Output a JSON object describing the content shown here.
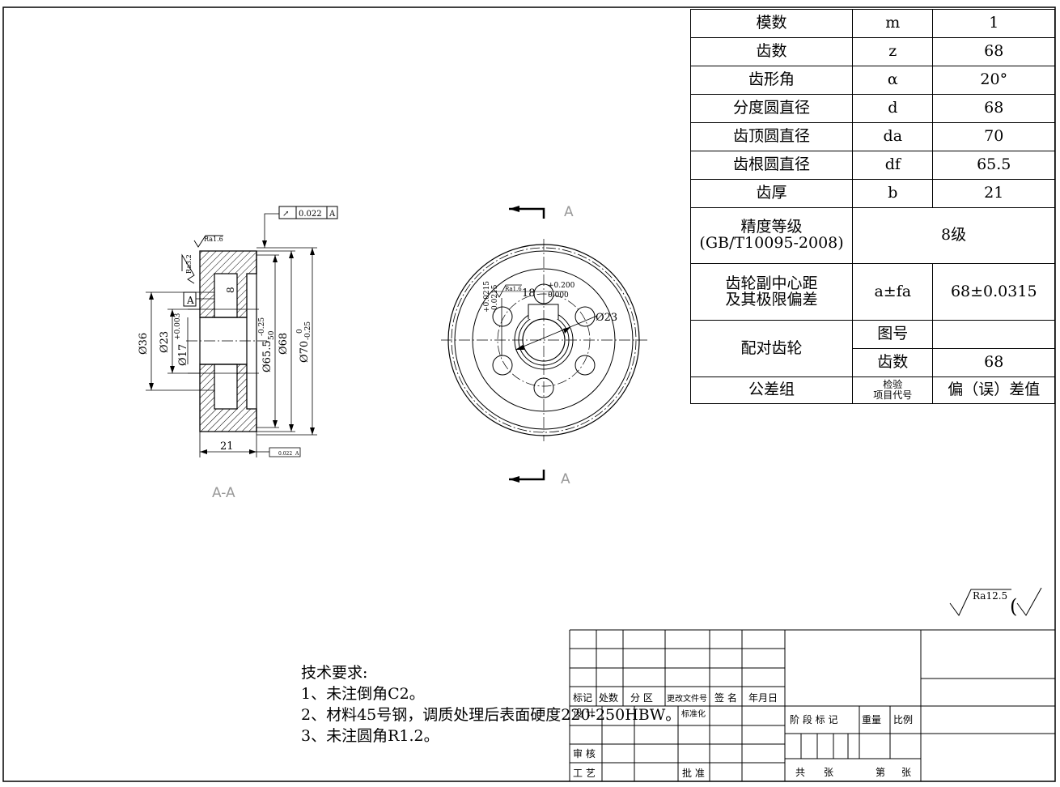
{
  "gear_table": {
    "rows": [
      {
        "name": "模数",
        "symbol": "m",
        "value": "1"
      },
      {
        "name": "齿数",
        "symbol": "z",
        "value": "68"
      },
      {
        "name": "齿形角",
        "symbol": "α",
        "value": "20°"
      },
      {
        "name": "分度圆直径",
        "symbol": "d",
        "value": "68"
      },
      {
        "name": "齿顶圆直径",
        "symbol": "da",
        "value": "70"
      },
      {
        "name": "齿根圆直径",
        "symbol": "df",
        "value": "65.5"
      },
      {
        "name": "齿厚",
        "symbol": "b",
        "value": "21"
      }
    ],
    "precision_label_1": "精度等级",
    "precision_label_2": "(GB/T10095-2008)",
    "precision_value": "8级",
    "center_label_1": "齿轮副中心距",
    "center_label_2": "及其极限偏差",
    "center_symbol": "a±fa",
    "center_value": "68±0.0315",
    "mating_label": "配对齿轮",
    "mating_drawing_no_label": "图号",
    "mating_drawing_no_value": "",
    "mating_teeth_label": "齿数",
    "mating_teeth_value": "68",
    "tolerance_group_label": "公差组",
    "inspection_label_1": "检验",
    "inspection_label_2": "项目代号",
    "deviation_label": "偏（误）差值"
  },
  "section_view": {
    "label": "A-A",
    "runout_tolerance": "0.022",
    "runout_datum": "A",
    "datum_label": "A",
    "roughness_1": "Ra1.6",
    "roughness_2": "Ra3.2",
    "width_dim": "21",
    "bottom_tolerance": "0.022",
    "bottom_datum": "A",
    "dia_36": "Ø36",
    "dia_23": "Ø23",
    "dia_17": "Ø17",
    "dia_17_tol": "+0.003",
    "dia_655": "Ø65.5",
    "dia_655_tol": "-0.25",
    "dia_655_sub": "50",
    "dia_68": "Ø68",
    "dia_70": "Ø70",
    "dia_70_tol_up": "0",
    "dia_70_tol_dn": "-0.25",
    "depth_8": "8"
  },
  "front_view": {
    "section_mark_top": "A",
    "section_mark_bottom": "A",
    "hole_dia": "Ø23",
    "tol_1": "+0.0215",
    "tol_2": "-0.0215",
    "tol_3": "+0.200",
    "tol_4": "0.000",
    "roughness": "Ra1.6",
    "dim_18": "18"
  },
  "general_roughness": {
    "value": "Ra12.5"
  },
  "tech_requirements": {
    "title": "技术要求:",
    "items": [
      "1、未注倒角C2。",
      "2、材料45号钢，调质处理后表面硬度220-250HBW。",
      "3、未注圆角R1.2。"
    ]
  },
  "title_block": {
    "rev_headers": [
      "标记",
      "处数",
      "分 区",
      "更改文件号",
      "签 名",
      "年月日"
    ],
    "design": "设 计",
    "standardization": "标准化",
    "review": "审 核",
    "process": "工 艺",
    "approve": "批 准",
    "stage_headers": [
      "阶 段 标 记",
      "重量",
      "比例"
    ],
    "total": "共",
    "sheets": "张",
    "sheet_no": "第",
    "sheet_unit": "张"
  }
}
